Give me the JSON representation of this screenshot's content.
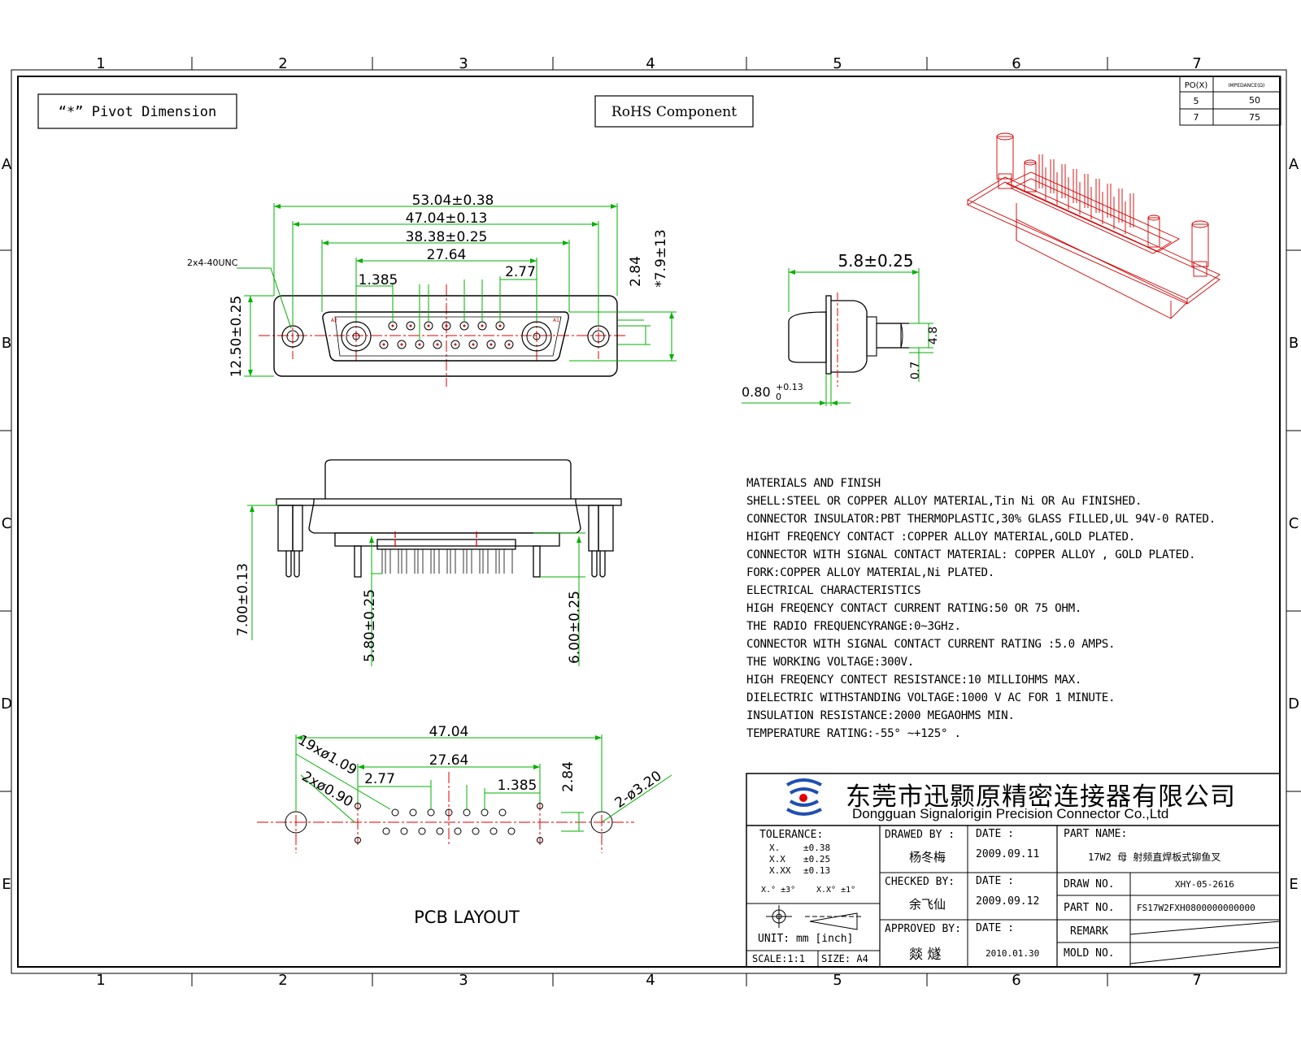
{
  "frame": {
    "columns": [
      "1",
      "2",
      "3",
      "4",
      "5",
      "6",
      "7"
    ],
    "rows": [
      "A",
      "B",
      "C",
      "D",
      "E"
    ]
  },
  "labels": {
    "pivot": "“*” Pivot Dimension",
    "rohs": "RoHS  Component",
    "pcb_layout": "PCB  LAYOUT"
  },
  "impedance_table": {
    "header_left": "PO(X)",
    "header_right": "IMPEDANCE(Ω)",
    "rows": [
      [
        "5",
        "50"
      ],
      [
        "7",
        "75"
      ]
    ]
  },
  "top_view_dims": {
    "overall": "53.04±0.38",
    "mount": "47.04±0.13",
    "shell": "38.38±0.25",
    "pins": "27.64",
    "pitch": "1.385",
    "pitch2": "2.77",
    "screw": "2x4-40UNC",
    "height": "12.50±0.25",
    "row": "2.84",
    "pivot_height": "*7.9±13",
    "mark_a1": "A1",
    "mark_a2": "A2"
  },
  "side_view_dims": {
    "depth": "5.8±0.25",
    "flange": "0.80",
    "flange_tol_upper": "+0.13",
    "flange_tol_lower": "0",
    "fork_gap": "4.8",
    "fork": "0.7"
  },
  "front_view_dims": {
    "bracket": "7.00±0.13",
    "pin_len": "5.80±0.25",
    "post_len": "6.00±0.25"
  },
  "pcb_dims": {
    "mount": "47.04",
    "pins": "27.64",
    "pitch2": "2.77",
    "pitch": "1.385",
    "row": "2.84",
    "holes_small": "19xø1.09",
    "holes_med": "2xø0.90",
    "holes_large": "2-ø3.20"
  },
  "notes": [
    "MATERIALS AND  FINISH",
    "SHELL:STEEL OR COPPER ALLOY MATERIAL,Tin Ni OR Au FINISHED.",
    "CONNECTOR INSULATOR:PBT THERMOPLASTIC,30% GLASS FILLED,UL 94V-0 RATED.",
    "HIGHT FREQENCY CONTACT :COPPER ALLOY MATERIAL,GOLD PLATED.",
    "CONNECTOR WITH SIGNAL CONTACT MATERIAL: COPPER ALLOY , GOLD PLATED.",
    "FORK:COPPER ALLOY MATERIAL,Ni PLATED.",
    "ELECTRICAL CHARACTERISTICS",
    "HIGH FREQENCY CONTACT CURRENT RATING:50 OR 75 OHM.",
    "THE RADIO FREQUENCYRANGE:0~3GHz.",
    "CONNECTOR WITH SIGNAL CONTACT CURRENT RATING :5.0 AMPS.",
    "THE WORKING VOLTAGE:300V.",
    "HIGH FREQENCY CONTECT RESISTANCE:10 MILLIOHMS MAX.",
    "DIELECTRIC WITHSTANDING VOLTAGE:1000 V AC FOR 1 MINUTE.",
    "INSULATION RESISTANCE:2000 MEGAOHMS MIN.",
    "TEMPERATURE RATING:-55° ~+125° ."
  ],
  "title_block": {
    "company_cn": "东莞市迅颢原精密连接器有限公司",
    "company_en": "Dongguan Signalorigin Precision Connector Co.,Ltd",
    "tolerance_label": "TOLERANCE:",
    "tol": [
      [
        "X.",
        "±0.38"
      ],
      [
        "X.X",
        "±0.25"
      ],
      [
        "X.XX",
        "±0.13"
      ]
    ],
    "tol_angle_1": "X.° ±3°",
    "tol_angle_2": "X.X° ±1°",
    "unit": "UNIT: mm  [inch]",
    "scale": "SCALE:1:1",
    "size": "SIZE: A4",
    "drawn_by_label": "DRAWED BY :",
    "drawn_by": "杨冬梅",
    "checked_by_label": "CHECKED BY:",
    "checked_by": "余飞仙",
    "approved_by_label": "APPROVED BY:",
    "approved_by": "燚 燧",
    "date_label": "DATE :",
    "date_drawn": "2009.09.11",
    "date_checked": "2009.09.12",
    "date_approved": "2010.01.30",
    "part_name_label": "PART NAME:",
    "part_name": "17W2 母 射频直焊板式铆鱼叉",
    "draw_no_label": "DRAW NO.",
    "draw_no": "XHY-05-2616",
    "part_no_label": "PART NO.",
    "part_no": "FS17W2FXH0800000000000",
    "remark_label": "REMARK",
    "mold_no_label": "MOLD NO."
  },
  "colors": {
    "dim": "#00b000",
    "center": "#e00000",
    "outline": "#000000",
    "iso": "#d00000",
    "logo": "#1f4fb0"
  }
}
